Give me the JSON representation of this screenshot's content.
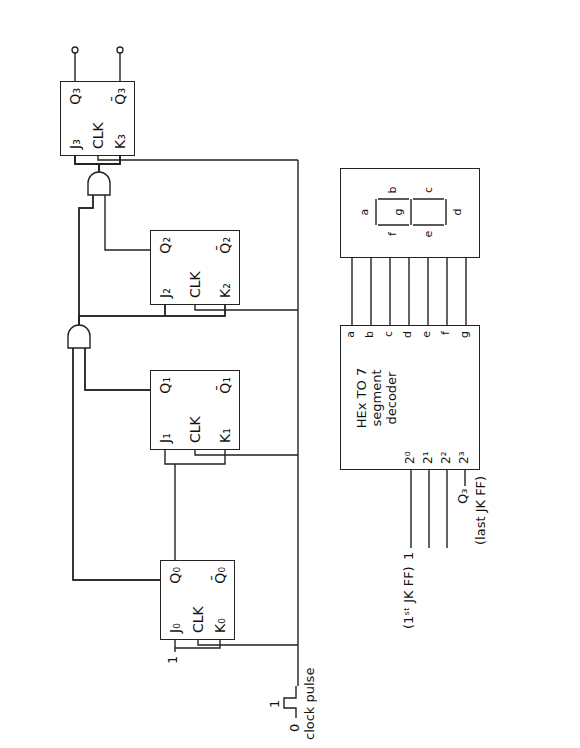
{
  "diagram": {
    "nodes": [
      {
        "text": [
          "J₀",
          "CLK",
          "K₀",
          "Q₀",
          "Q̄₀"
        ]
      },
      {
        "text": [
          "J₁",
          "CLK",
          "K₁",
          "Q₁",
          "Q̄₁"
        ]
      },
      {
        "text": [
          "J₂",
          "CLK",
          "K₂",
          "Q₂",
          "Q̄₂"
        ]
      },
      {
        "text": [
          "J₃",
          "CLK",
          "K₃",
          "Q₃",
          "Q̄₃"
        ]
      },
      {
        "text": [
          "HEx TO 7 segment decoder",
          "2⁰",
          "2¹",
          "2²",
          "2³",
          "a",
          "b",
          "c",
          "d",
          "e",
          "f",
          "g"
        ]
      },
      {
        "text": [
          "a",
          "b",
          "c",
          "d",
          "e",
          "f",
          "g"
        ]
      }
    ],
    "edges": [
      {
        "from": 0,
        "to": 1,
        "arrow": "none"
      },
      {
        "from": 0,
        "to": 2,
        "arrow": "none"
      },
      {
        "from": 1,
        "to": 2,
        "arrow": "none"
      },
      {
        "from": 0,
        "to": 3,
        "arrow": "none"
      },
      {
        "from": 1,
        "to": 3,
        "arrow": "none"
      },
      {
        "from": 2,
        "to": 3,
        "arrow": "none"
      },
      {
        "from": 4,
        "to": 5,
        "arrow": "none"
      },
      {
        "from": 4,
        "to": 5,
        "arrow": "none"
      },
      {
        "from": 4,
        "to": 5,
        "arrow": "none"
      },
      {
        "from": 4,
        "to": 5,
        "arrow": "none"
      },
      {
        "from": 4,
        "to": 5,
        "arrow": "none"
      },
      {
        "from": 4,
        "to": 5,
        "arrow": "none"
      },
      {
        "from": 4,
        "to": 5,
        "arrow": "none"
      }
    ],
    "labels": [
      "1",
      "0",
      "1",
      "clock pulse",
      "(1ˢᵗ JK FF)",
      "1",
      "Q₃",
      "(last JK FF)"
    ]
  }
}
